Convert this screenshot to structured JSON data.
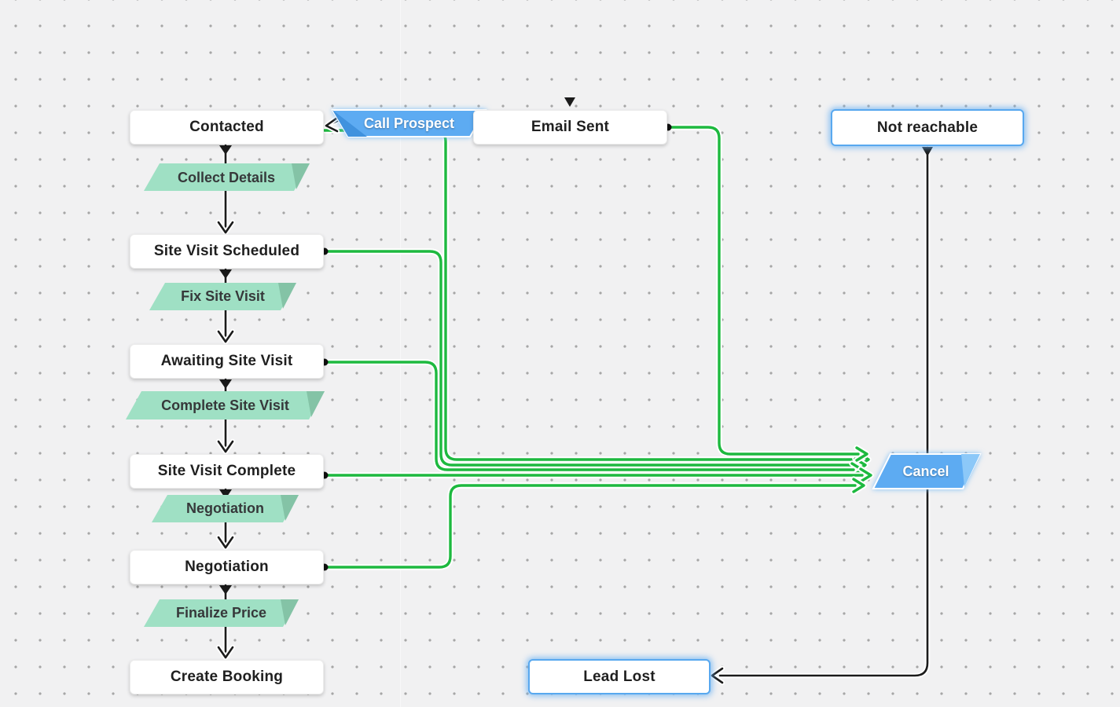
{
  "editor": {
    "kind": "workflow-blueprint-canvas",
    "grid": "dotted"
  },
  "colors": {
    "canvas_background": "#f1f1f2",
    "grid_dot": "#a6a6a6",
    "connector_green": "#1db93f",
    "connector_black": "#1b1b1b",
    "ribbon_green_fill": "#9fe0c4",
    "ribbon_green_fold": "#84c3a6",
    "ribbon_blue_fill": "#5dabf2",
    "ribbon_blue_fold_light": "#8cc8f8",
    "ribbon_blue_fold_dark": "#3f92de",
    "selected_outline": "#58a8ef",
    "state_background": "#ffffff",
    "state_text": "#1f1f1f"
  },
  "states": [
    {
      "id": "contacted",
      "label": "Contacted",
      "selected": false
    },
    {
      "id": "email-sent",
      "label": "Email Sent",
      "selected": false
    },
    {
      "id": "not-reachable",
      "label": "Not reachable",
      "selected": true
    },
    {
      "id": "site-visit-scheduled",
      "label": "Site Visit Scheduled",
      "selected": false
    },
    {
      "id": "awaiting-site-visit",
      "label": "Awaiting Site Visit",
      "selected": false
    },
    {
      "id": "site-visit-complete",
      "label": "Site Visit Complete",
      "selected": false
    },
    {
      "id": "negotiation",
      "label": "Negotiation",
      "selected": false
    },
    {
      "id": "create-booking",
      "label": "Create Booking",
      "selected": false
    },
    {
      "id": "lead-lost",
      "label": "Lead Lost",
      "selected": true
    }
  ],
  "transitions": [
    {
      "id": "call-prospect",
      "label": "Call Prospect",
      "style": "blue",
      "selected": true
    },
    {
      "id": "collect-details",
      "label": "Collect Details",
      "style": "green"
    },
    {
      "id": "fix-site-visit",
      "label": "Fix Site Visit",
      "style": "green"
    },
    {
      "id": "complete-site-visit",
      "label": "Complete Site Visit",
      "style": "green"
    },
    {
      "id": "negotiation",
      "label": "Negotiation",
      "style": "green"
    },
    {
      "id": "finalize-price",
      "label": "Finalize Price",
      "style": "green"
    },
    {
      "id": "cancel",
      "label": "Cancel",
      "style": "blue",
      "selected": true
    }
  ]
}
